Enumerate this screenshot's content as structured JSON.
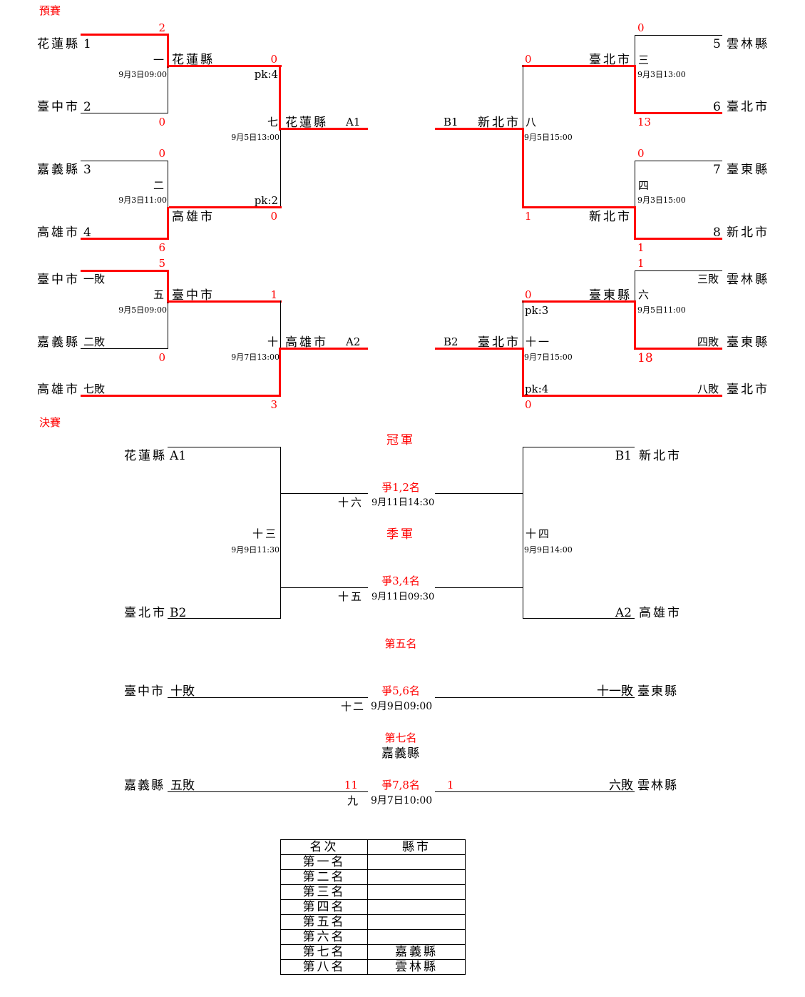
{
  "sections": {
    "prelim": "預賽",
    "final": "決賽"
  },
  "prelim_left": {
    "seeds": [
      {
        "team": "花蓮縣",
        "slot": "1"
      },
      {
        "team": "臺中市",
        "slot": "2"
      },
      {
        "team": "嘉義縣",
        "slot": "3"
      },
      {
        "team": "高雄市",
        "slot": "4"
      },
      {
        "team": "臺中市",
        "slot": "一敗"
      },
      {
        "team": "嘉義縣",
        "slot": "二敗"
      },
      {
        "team": "高雄市",
        "slot": "七敗"
      }
    ],
    "match1": {
      "no": "一",
      "time": "9月3日09:00",
      "score_top": "2",
      "score_bottom": "0",
      "winner": "花蓮縣"
    },
    "match2": {
      "no": "二",
      "time": "9月3日11:00",
      "score_top": "0",
      "score_bottom": "6",
      "winner": "高雄市"
    },
    "match7": {
      "no": "七",
      "time": "9月5日13:00",
      "score_top": "0",
      "score_bottom": "0",
      "pk_top": "pk:4",
      "pk_bottom": "pk:2",
      "winner": "花蓮縣",
      "code": "A1"
    },
    "match5": {
      "no": "五",
      "time": "9月5日09:00",
      "score_top": "5",
      "score_bottom": "0",
      "winner": "臺中市"
    },
    "match10": {
      "no": "十",
      "time": "9月7日13:00",
      "score_top": "1",
      "score_bottom": "3",
      "winner": "高雄市",
      "code": "A2"
    }
  },
  "prelim_right": {
    "seeds": [
      {
        "team": "雲林縣",
        "slot": "5"
      },
      {
        "team": "臺北市",
        "slot": "6"
      },
      {
        "team": "臺東縣",
        "slot": "7"
      },
      {
        "team": "新北市",
        "slot": "8"
      },
      {
        "team": "雲林縣",
        "slot": "三敗"
      },
      {
        "team": "臺東縣",
        "slot": "四敗"
      },
      {
        "team": "臺北市",
        "slot": "八敗"
      }
    ],
    "match3": {
      "no": "三",
      "time": "9月3日13:00",
      "score_top": "0",
      "score_bottom": "13",
      "winner": "臺北市"
    },
    "match4": {
      "no": "四",
      "time": "9月3日15:00",
      "score_top": "0",
      "score_bottom": "1",
      "winner": "新北市"
    },
    "match8": {
      "no": "八",
      "time": "9月5日15:00",
      "score_top": "0",
      "score_bottom": "1",
      "winner": "新北市",
      "code": "B1"
    },
    "match6": {
      "no": "六",
      "time": "9月5日11:00",
      "score_top": "1",
      "score_bottom": "18",
      "winner": "臺東縣"
    },
    "match11": {
      "no": "十一",
      "time": "9月7日15:00",
      "score_top": "0",
      "score_bottom": "0",
      "pk_top": "pk:3",
      "pk_bottom": "pk:4",
      "winner": "臺北市",
      "code": "B2"
    }
  },
  "finals": {
    "left_top": {
      "team": "花蓮縣",
      "code": "A1"
    },
    "left_bottom": {
      "team": "臺北市",
      "code": "B2"
    },
    "right_top": {
      "team": "新北市",
      "code": "B1"
    },
    "right_bottom": {
      "team": "高雄市",
      "code": "A2"
    },
    "match13": {
      "no": "十三",
      "time": "9月9日11:30"
    },
    "match14": {
      "no": "十四",
      "time": "9月9日14:00"
    },
    "champion_label": "冠軍",
    "match16": {
      "label": "爭1,2名",
      "no": "十六",
      "time": "9月11日14:30"
    },
    "third_label": "季軍",
    "match15": {
      "label": "爭3,4名",
      "no": "十五",
      "time": "9月11日09:30"
    },
    "fifth_label": "第五名",
    "match12": {
      "label": "爭5,6名",
      "no": "十二",
      "time": "9月9日09:00",
      "left_team": "臺中市",
      "left_slot": "十敗",
      "right_team": "臺東縣",
      "right_slot": "十一敗"
    },
    "seventh_label": "第七名",
    "seventh_winner": "嘉義縣",
    "match9": {
      "label": "爭7,8名",
      "no": "九",
      "time": "9月7日10:00",
      "left_team": "嘉義縣",
      "left_slot": "五敗",
      "left_score": "11",
      "right_team": "雲林縣",
      "right_slot": "六敗",
      "right_score": "1"
    }
  },
  "ranking_table": {
    "headers": [
      "名次",
      "縣市"
    ],
    "rows": [
      {
        "rank": "第一名",
        "team": ""
      },
      {
        "rank": "第二名",
        "team": ""
      },
      {
        "rank": "第三名",
        "team": ""
      },
      {
        "rank": "第四名",
        "team": ""
      },
      {
        "rank": "第五名",
        "team": ""
      },
      {
        "rank": "第六名",
        "team": ""
      },
      {
        "rank": "第七名",
        "team": "嘉義縣"
      },
      {
        "rank": "第八名",
        "team": "雲林縣"
      }
    ]
  },
  "colors": {
    "winner_line": "#ff0000",
    "score_text": "#ff0000",
    "line": "#000000"
  }
}
